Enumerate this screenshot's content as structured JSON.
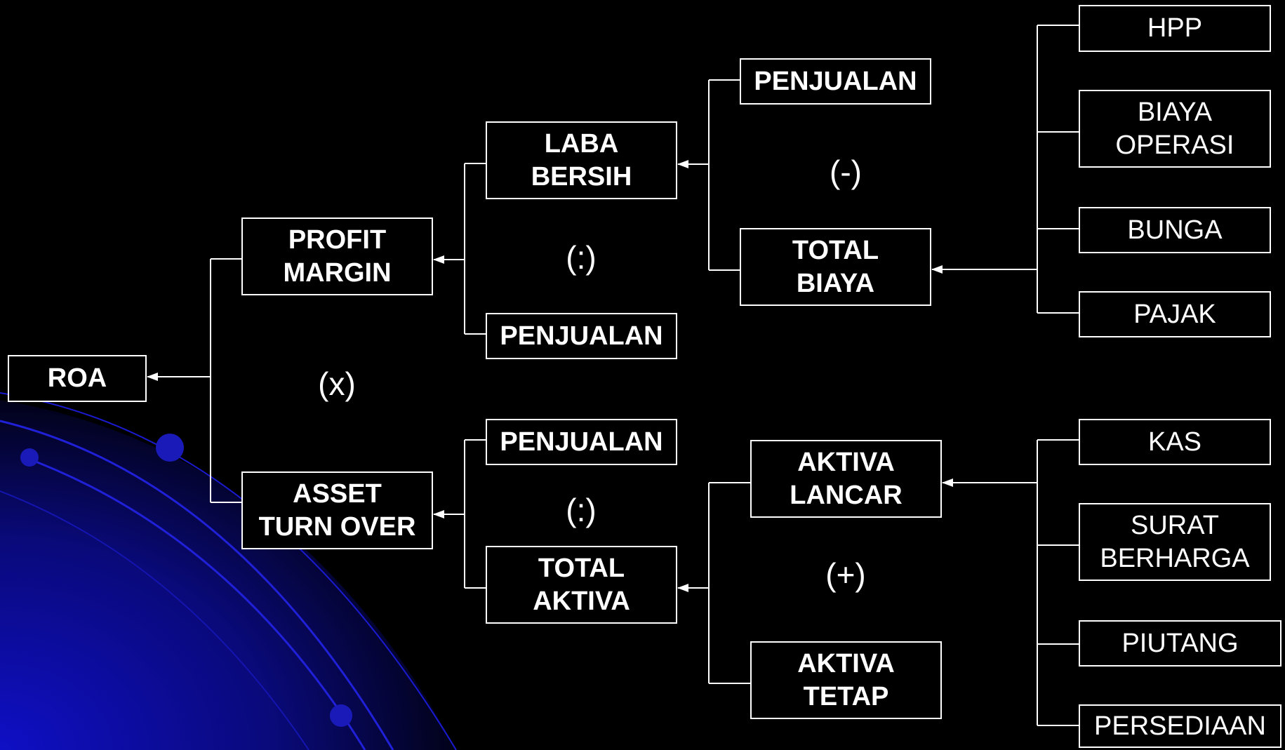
{
  "diagram": {
    "roa": "ROA",
    "profit_margin": "PROFIT\nMARGIN",
    "asset_turn_over": "ASSET\nTURN OVER",
    "laba_bersih": "LABA\nBERSIH",
    "penjualan_pm": "PENJUALAN",
    "penjualan_ato": "PENJUALAN",
    "total_aktiva": "TOTAL\nAKTIVA",
    "penjualan_lb": "PENJUALAN",
    "total_biaya": "TOTAL\nBIAYA",
    "aktiva_lancar": "AKTIVA\nLANCAR",
    "aktiva_tetap": "AKTIVA\nTETAP",
    "hpp": "HPP",
    "biaya_operasi": "BIAYA\nOPERASI",
    "bunga": "BUNGA",
    "pajak": "PAJAK",
    "kas": "KAS",
    "surat_berharga": "SURAT\nBERHARGA",
    "piutang": "PIUTANG",
    "persediaan": "PERSEDIAAN",
    "op_x": "(x)",
    "op_div_pm": "(:)",
    "op_div_ato": "(:)",
    "op_minus": "(-)",
    "op_plus": "(+)"
  },
  "colors": {
    "background": "#000000",
    "foreground": "#ffffff",
    "accent": "#1414c8"
  }
}
